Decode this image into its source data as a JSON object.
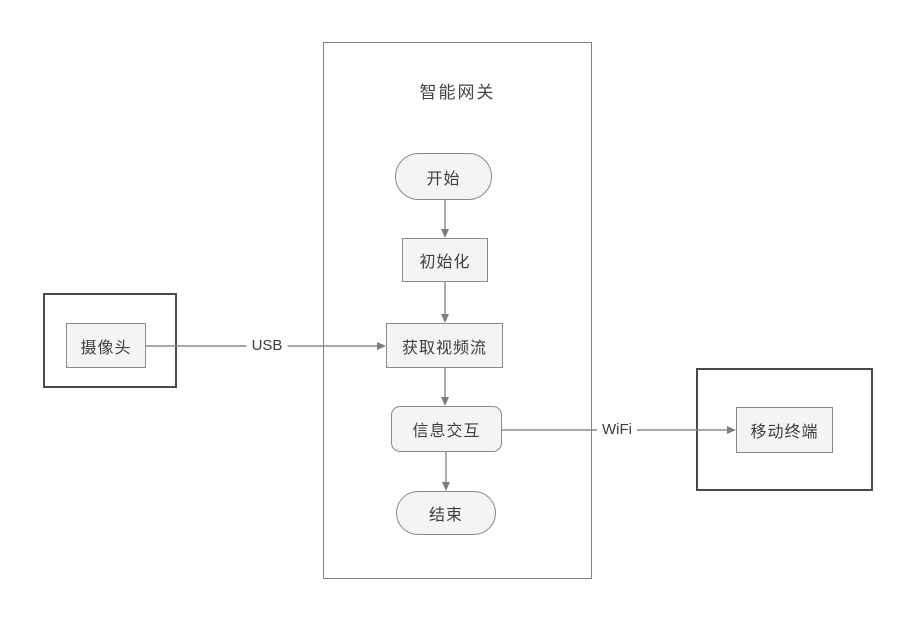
{
  "gateway": {
    "title": "智能网关"
  },
  "nodes": {
    "start": {
      "label": "开始"
    },
    "init": {
      "label": "初始化"
    },
    "get_stream": {
      "label": "获取视频流"
    },
    "interact": {
      "label": "信息交互"
    },
    "end": {
      "label": "结束"
    },
    "camera": {
      "label": "摄像头"
    },
    "mobile": {
      "label": "移动终端"
    }
  },
  "edges": {
    "usb": {
      "label": "USB"
    },
    "wifi": {
      "label": "WiFi"
    }
  },
  "colors": {
    "node_fill": "#f4f4f4",
    "node_border": "#8a8a8a",
    "gateway_border": "#828282",
    "container_border": "#4a4a4a",
    "line": "#8a8a8a",
    "arrowhead": "#7f7f7f",
    "text": "#3d3d3d",
    "background": "#ffffff"
  }
}
